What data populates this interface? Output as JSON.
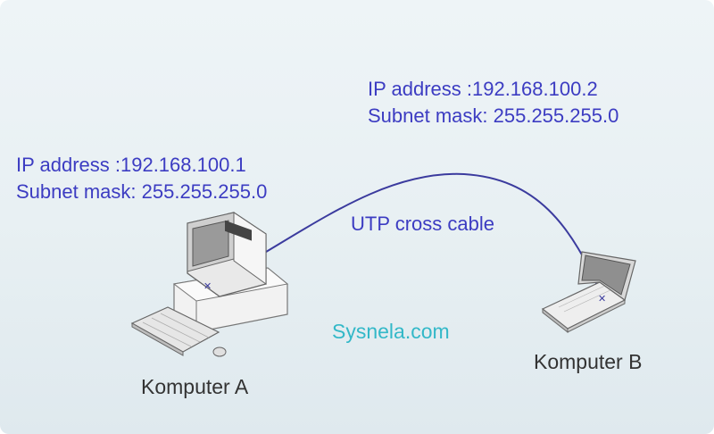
{
  "computer_b": {
    "ip_line": "IP address :192.168.100.2",
    "mask_line": "Subnet mask: 255.255.255.0",
    "name": "Komputer B"
  },
  "computer_a": {
    "ip_line": "IP address :192.168.100.1",
    "mask_line": "Subnet mask: 255.255.255.0",
    "name": "Komputer A"
  },
  "cable": {
    "label": "UTP cross cable"
  },
  "watermark": "Sysnela.com",
  "colors": {
    "label_text": "#3c3cc2",
    "cable": "#3b3b9e",
    "watermark": "#33b8c8",
    "pc_label": "#333333"
  },
  "icons": {
    "computer_a": "desktop-computer-icon",
    "computer_b": "laptop-computer-icon"
  }
}
